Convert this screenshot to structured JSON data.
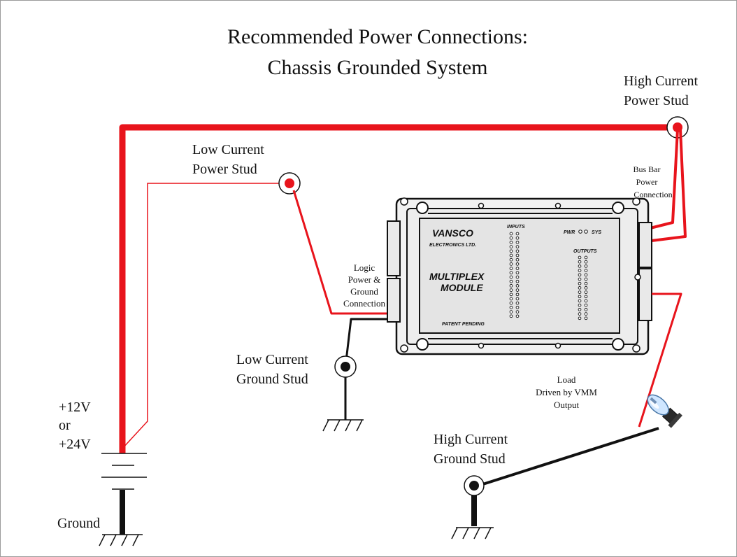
{
  "title": {
    "line1": "Recommended Power Connections:",
    "line2": "Chassis Grounded System"
  },
  "labels": {
    "high_current_power_stud": [
      "High Current",
      "Power Stud"
    ],
    "low_current_power_stud": [
      "Low Current",
      "Power Stud"
    ],
    "bus_bar": [
      "Bus Bar",
      "Power",
      "Connection"
    ],
    "logic": [
      "Logic",
      "Power &",
      "Ground",
      "Connection"
    ],
    "low_current_ground_stud": [
      "Low Current",
      "Ground Stud"
    ],
    "load": [
      "Load",
      "Driven by VMM",
      "Output"
    ],
    "high_current_ground_stud": [
      "High Current",
      "Ground Stud"
    ],
    "battery": [
      "+12V",
      "or",
      "+24V"
    ],
    "ground": "Ground"
  },
  "module": {
    "brand": "VANSCO",
    "brand_sub": "ELECTRONICS LTD.",
    "name_line1": "MULTIPLEX",
    "name_line2": "MODULE",
    "inputs_label": "INPUTS",
    "outputs_label": "OUTPUTS",
    "pwr_label": "PWR",
    "sys_label": "SYS",
    "footer": "PATENT PENDING"
  },
  "colors": {
    "power": "#e8141c",
    "ground": "#111111",
    "module_body": "#e4e4e4"
  }
}
